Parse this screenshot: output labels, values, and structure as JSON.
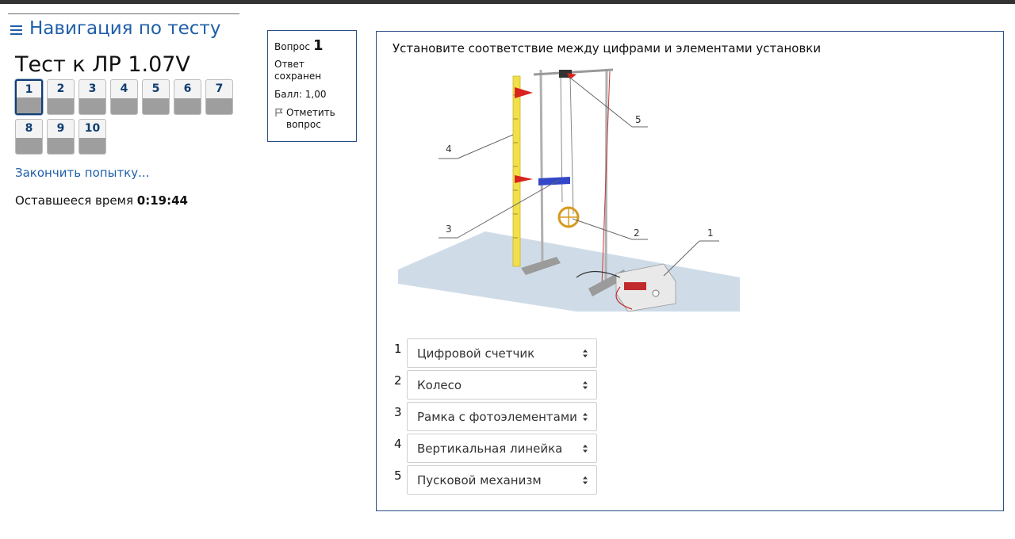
{
  "nav": {
    "heading": "Навигация по тесту",
    "quiz_title": "Тест к ЛР 1.07V",
    "questions": [
      "1",
      "2",
      "3",
      "4",
      "5",
      "6",
      "7",
      "8",
      "9",
      "10"
    ],
    "current_question": "1",
    "finish_link": "Закончить попытку...",
    "time_label": "Оставшееся время",
    "time_value": "0:19:44"
  },
  "question_info": {
    "label": "Вопрос",
    "number": "1",
    "state_line1": "Ответ",
    "state_line2": "сохранен",
    "grade": "Балл: 1,00",
    "flag_line1": "Отметить",
    "flag_line2": "вопрос"
  },
  "question": {
    "text": "Установите соответствие между цифрами и элементами установки",
    "figure_labels": [
      "1",
      "2",
      "3",
      "4",
      "5"
    ],
    "answers": [
      {
        "num": "1",
        "value": "Цифровой счетчик"
      },
      {
        "num": "2",
        "value": "Колесо"
      },
      {
        "num": "3",
        "value": "Рамка с фотоэлементами"
      },
      {
        "num": "4",
        "value": "Вертикальная линейка"
      },
      {
        "num": "5",
        "value": "Пусковой механизм"
      }
    ]
  },
  "colors": {
    "link_blue": "#1f5fa8",
    "border_blue": "#2a4f86",
    "nav_dark": "#0f3e72"
  },
  "icons": {
    "menu": "hamburger-icon",
    "flag": "flag-outline-icon",
    "select_caret": "sort-caret-icon"
  }
}
